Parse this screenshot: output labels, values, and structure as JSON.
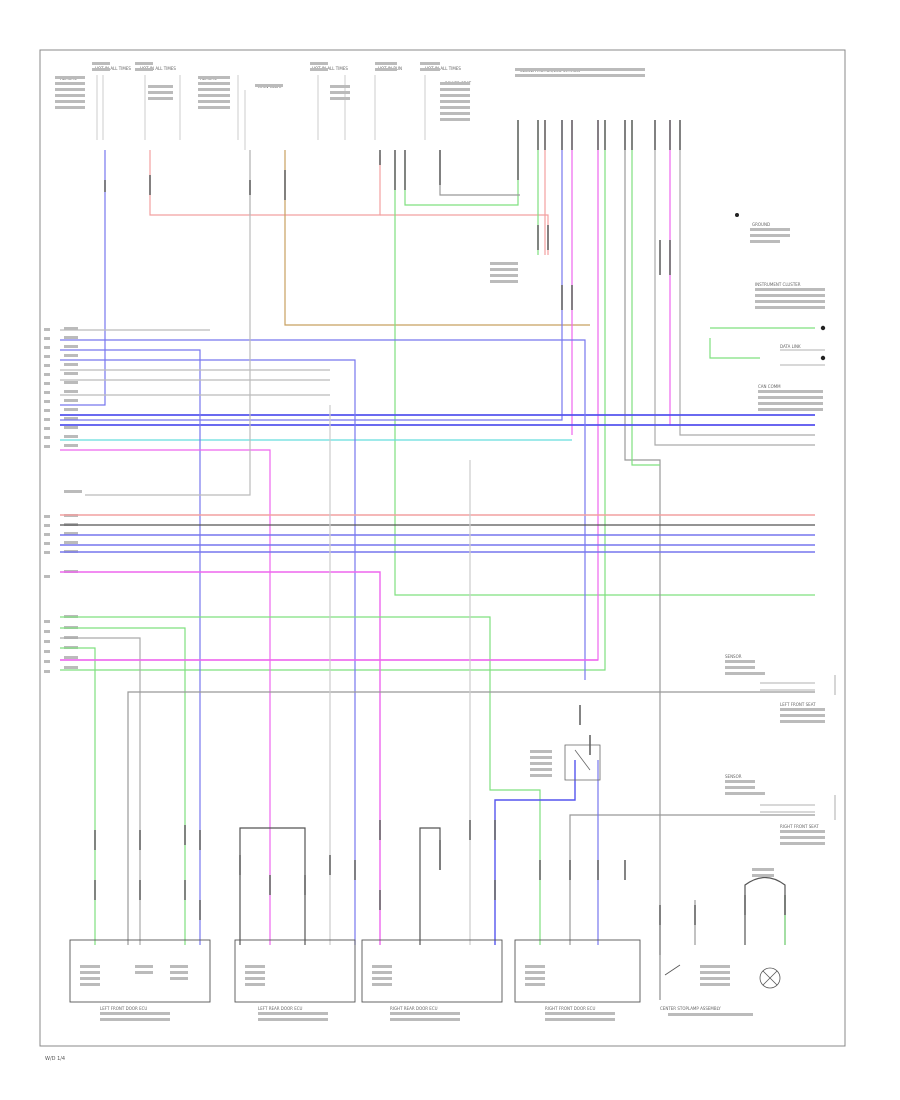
{
  "diagram": {
    "page_code": "W/D 1/4",
    "top_components": [
      {
        "id": "c1",
        "label": "REMOTE"
      },
      {
        "id": "c2",
        "label": "HOT IN ALL TIMES"
      },
      {
        "id": "c3",
        "label": "HOT IN ALL TIMES"
      },
      {
        "id": "c4",
        "label": "REMOTE"
      },
      {
        "id": "c5",
        "label": "MAIN RELAY"
      },
      {
        "id": "c6",
        "label": "HOT IN ALL TIMES"
      },
      {
        "id": "c7",
        "label": "HOT IN RUN"
      },
      {
        "id": "c8",
        "label": "HOT IN ALL TIMES"
      },
      {
        "id": "c9",
        "label": "POWER SEAT"
      },
      {
        "id": "c10",
        "label": "CLOSER MOTOR/ECU STATION"
      }
    ],
    "right_components": [
      {
        "id": "r1",
        "label": "GROUND"
      },
      {
        "id": "r2",
        "label": "INSTRUMENT CLUSTER"
      },
      {
        "id": "r3",
        "label": "DATA LINK"
      },
      {
        "id": "r4",
        "label": "CAN COMM"
      },
      {
        "id": "r5",
        "label": "SENSOR"
      },
      {
        "id": "r6",
        "label": "LEFT FRONT SEAT"
      },
      {
        "id": "r7",
        "label": "SENSOR"
      },
      {
        "id": "r8",
        "label": "RIGHT FRONT SEAT"
      }
    ],
    "bottom_components": [
      {
        "id": "b1",
        "label": "LEFT FRONT DOOR ECU"
      },
      {
        "id": "b2",
        "label": "LEFT REAR DOOR ECU"
      },
      {
        "id": "b3",
        "label": "RIGHT REAR DOOR ECU"
      },
      {
        "id": "b4",
        "label": "RIGHT FRONT DOOR ECU"
      },
      {
        "id": "b5",
        "label": "CENTER STOPLAMP ASSEMBLY"
      }
    ],
    "wire_colors": {
      "red": "#f2a0a0",
      "blue": "#7777ee",
      "green": "#7fe07f",
      "magenta": "#ee66ee",
      "cyan": "#66dddd",
      "gray": "#aaaaaa",
      "orange": "#c8a060",
      "dark": "#555555"
    }
  }
}
